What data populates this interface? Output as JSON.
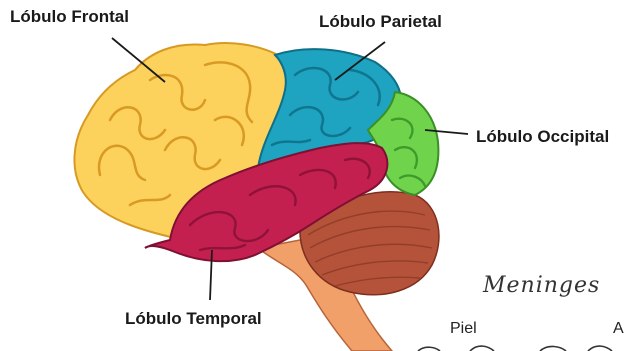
{
  "labels": {
    "frontal": "Lóbulo Frontal",
    "parietal": "Lóbulo Parietal",
    "occipital": "Lóbulo Occipital",
    "temporal": "Lóbulo Temporal"
  },
  "overlay": {
    "meninges": "Meninges",
    "piel": "Piel",
    "cut_letter": "A"
  },
  "colors": {
    "frontal": "#fcd25c",
    "parietal": "#1ea3c0",
    "occipital": "#6fd34c",
    "temporal": "#c4204f",
    "cerebellum": "#b5533a",
    "brainstem": "#f1a06a"
  }
}
